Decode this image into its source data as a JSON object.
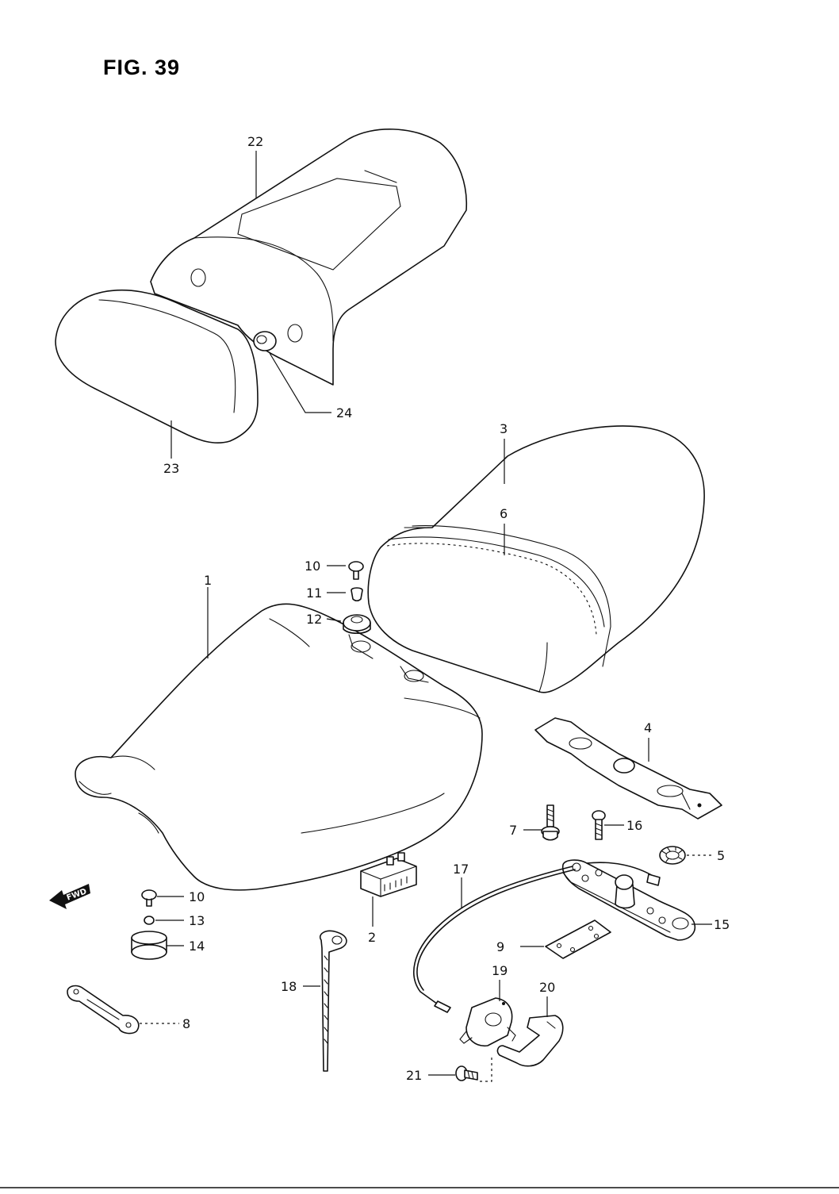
{
  "figure": {
    "title": "FIG. 39"
  },
  "forward_marker": {
    "label": "FWD"
  },
  "callouts": [
    {
      "id": "c1",
      "label": "1"
    },
    {
      "id": "c2",
      "label": "2"
    },
    {
      "id": "c3",
      "label": "3"
    },
    {
      "id": "c4",
      "label": "4"
    },
    {
      "id": "c5",
      "label": "5"
    },
    {
      "id": "c6",
      "label": "6"
    },
    {
      "id": "c7",
      "label": "7"
    },
    {
      "id": "c8",
      "label": "8"
    },
    {
      "id": "c9",
      "label": "9"
    },
    {
      "id": "c10a",
      "label": "10"
    },
    {
      "id": "c10b",
      "label": "10"
    },
    {
      "id": "c11",
      "label": "11"
    },
    {
      "id": "c12",
      "label": "12"
    },
    {
      "id": "c13",
      "label": "13"
    },
    {
      "id": "c14",
      "label": "14"
    },
    {
      "id": "c15",
      "label": "15"
    },
    {
      "id": "c16",
      "label": "16"
    },
    {
      "id": "c17",
      "label": "17"
    },
    {
      "id": "c18",
      "label": "18"
    },
    {
      "id": "c19",
      "label": "19"
    },
    {
      "id": "c20",
      "label": "20"
    },
    {
      "id": "c21",
      "label": "21"
    },
    {
      "id": "c22",
      "label": "22"
    },
    {
      "id": "c23",
      "label": "23"
    },
    {
      "id": "c24",
      "label": "24"
    }
  ]
}
